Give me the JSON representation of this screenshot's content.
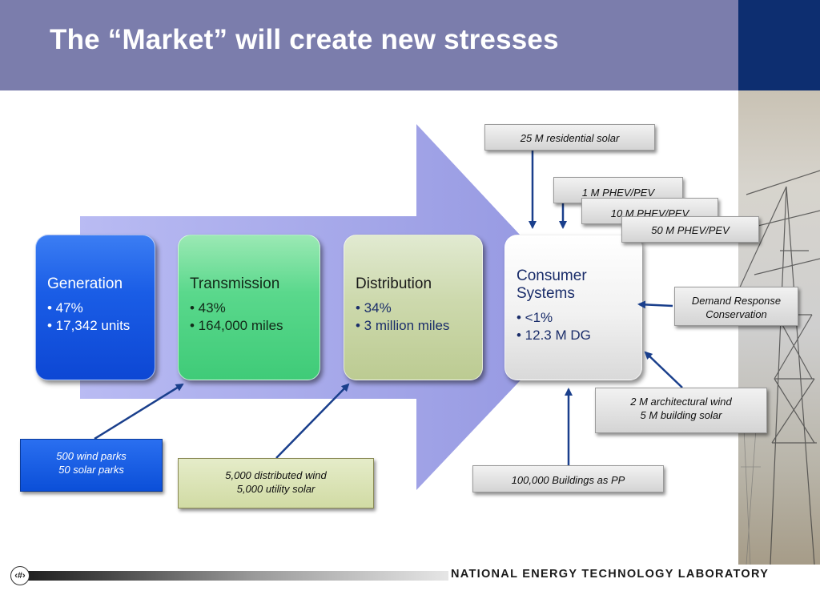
{
  "title": "The “Market” will create new stresses",
  "stages": [
    {
      "name": "Generation",
      "bullets": [
        "• 47%",
        "• 17,342 units"
      ]
    },
    {
      "name": "Transmission",
      "bullets": [
        "• 43%",
        "• 164,000 miles"
      ]
    },
    {
      "name": "Distribution",
      "bullets": [
        "• 34%",
        "• 3 million miles"
      ]
    },
    {
      "name": "Consumer Systems",
      "name_line1": "Consumer",
      "name_line2": "Systems",
      "bullets": [
        "• <1%",
        "• 12.3 M DG"
      ]
    }
  ],
  "notes": {
    "residential_solar": "25 M residential solar",
    "phev1": "1 M PHEV/PEV",
    "phev2": "10 M PHEV/PEV",
    "phev3": "50 M PHEV/PEV",
    "demand_response": [
      "Demand Response",
      "Conservation"
    ],
    "arch_wind": [
      "2 M architectural wind",
      "5 M building solar"
    ],
    "buildings_pp": "100,000 Buildings as PP",
    "wind_parks": [
      "500 wind parks",
      "50 solar parks"
    ],
    "distributed_wind": [
      "5,000 distributed wind",
      "5,000 utility solar"
    ]
  },
  "footer": {
    "page_number": "‹#›",
    "organization": "NATIONAL ENERGY TECHNOLOGY LABORATORY"
  },
  "colors": {
    "header": "#7b7dac",
    "big_arrow": "#a9acef",
    "generation": "#1a5de6",
    "transmission": "#5ad88c",
    "distribution": "#cdd9ad",
    "arrow_line": "#1a3f8c"
  }
}
